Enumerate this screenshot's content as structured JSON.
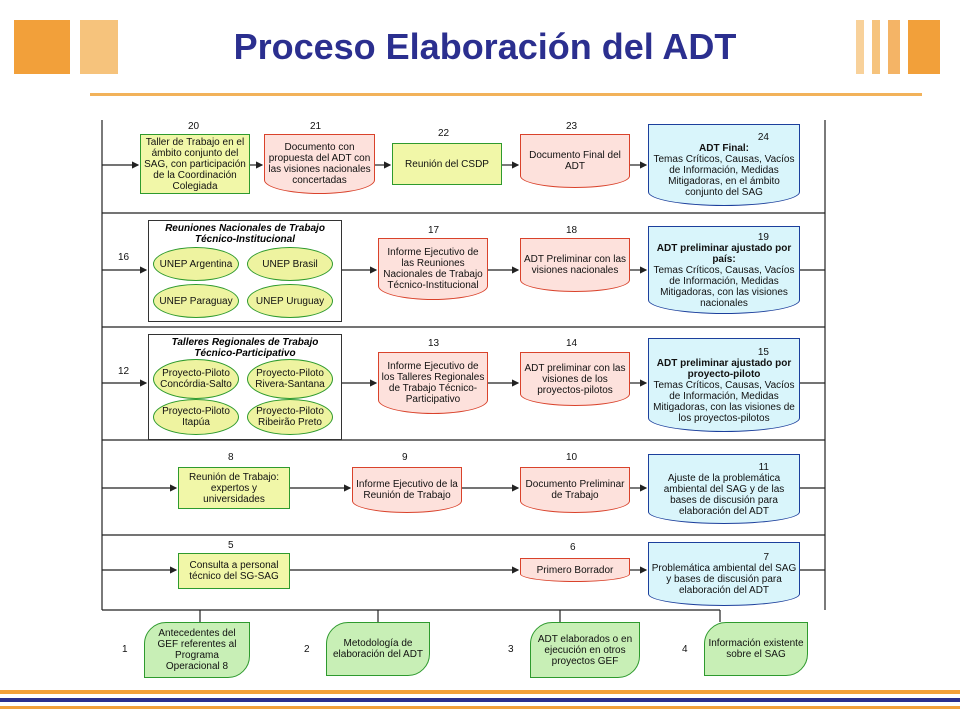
{
  "title": "Proceso Elaboración del ADT",
  "colors": {
    "title": "#2b2f8f",
    "accent_orange": "#f2a03a",
    "green_fill": "#f1f7a8",
    "green_border": "#2e9a2e",
    "red_fill": "#fde1dc",
    "red_border": "#d9422b",
    "blue_fill": "#d9f5fb",
    "blue_border": "#1c3f9c",
    "group_fill": "#eef3a0"
  },
  "rows": [
    {
      "nodes": [
        {
          "num": "20",
          "label": "Taller de Trabajo en el ámbito conjunto del SAG, con participación de la Coordinación Colegiada",
          "type": "green"
        },
        {
          "num": "21",
          "label": "Documento con propuesta del ADT con las visiones nacionales concertadas",
          "type": "red"
        },
        {
          "num": "22",
          "label": "Reunión del CSDP",
          "type": "green"
        },
        {
          "num": "23",
          "label": "Documento Final del ADT",
          "type": "red"
        },
        {
          "num": "24",
          "label_bold": "ADT Final:",
          "label": "Temas Críticos, Causas, Vacíos de Información, Medidas Mitigadoras, en el ámbito conjunto del SAG",
          "type": "blue"
        }
      ]
    },
    {
      "group": {
        "num": "16",
        "title": "Reuniones Nacionales de Trabajo Técnico-Institucional",
        "items": [
          "UNEP Argentina",
          "UNEP Brasil",
          "UNEP Paraguay",
          "UNEP Uruguay"
        ]
      },
      "nodes": [
        {
          "num": "17",
          "label": "Informe Ejecutivo de las Reuniones Nacionales de Trabajo Técnico-Institucional",
          "type": "red"
        },
        {
          "num": "18",
          "label": "ADT Preliminar con las visiones nacionales",
          "type": "red"
        },
        {
          "num": "19",
          "label_bold": "ADT preliminar ajustado por país:",
          "label": "Temas Críticos, Causas, Vacíos de Información, Medidas Mitigadoras, con las visiones nacionales",
          "type": "blue"
        }
      ]
    },
    {
      "group": {
        "num": "12",
        "title": "Talleres Regionales de Trabajo Técnico-Participativo",
        "items": [
          "Proyecto-Piloto Concórdia-Salto",
          "Proyecto-Piloto Rivera-Santana",
          "Proyecto-Piloto Itapúa",
          "Proyecto-Piloto Ribeirão Preto"
        ]
      },
      "nodes": [
        {
          "num": "13",
          "label": "Informe Ejecutivo de los Talleres Regionales de Trabajo Técnico-Participativo",
          "type": "red"
        },
        {
          "num": "14",
          "label": "ADT preliminar con las visiones de los proyectos-pilotos",
          "type": "red"
        },
        {
          "num": "15",
          "label_bold": "ADT preliminar ajustado por proyecto-piloto",
          "label": "Temas Críticos, Causas, Vacíos de Información, Medidas Mitigadoras, con las visiones de los proyectos-pilotos",
          "type": "blue"
        }
      ]
    },
    {
      "nodes": [
        {
          "num": "8",
          "label": "Reunión de Trabajo: expertos y universidades",
          "type": "green"
        },
        {
          "num": "9",
          "label": "Informe Ejecutivo de la Reunión de Trabajo",
          "type": "red"
        },
        {
          "num": "10",
          "label": "Documento Preliminar de Trabajo",
          "type": "red"
        },
        {
          "num": "11",
          "label": "Ajuste de la problemática ambiental del SAG y de las bases de discusión para elaboración del ADT",
          "type": "blue"
        }
      ]
    },
    {
      "nodes": [
        {
          "num": "5",
          "label": "Consulta a personal técnico del SG-SAG",
          "type": "green"
        },
        {
          "num": "6",
          "label": "Primero Borrador",
          "type": "red"
        },
        {
          "num": "7",
          "label": "Problemática ambiental del SAG y bases de discusión para elaboración del ADT",
          "type": "blue"
        }
      ]
    },
    {
      "nodes": [
        {
          "num": "1",
          "label": "Antecedentes del GEF referentes al Programa Operacional 8",
          "type": "green"
        },
        {
          "num": "2",
          "label": "Metodología de elaboración del ADT",
          "type": "green"
        },
        {
          "num": "3",
          "label": "ADT elaborados o en ejecución en otros proyectos GEF",
          "type": "green"
        },
        {
          "num": "4",
          "label": "Información existente sobre el SAG",
          "type": "green"
        }
      ]
    }
  ]
}
